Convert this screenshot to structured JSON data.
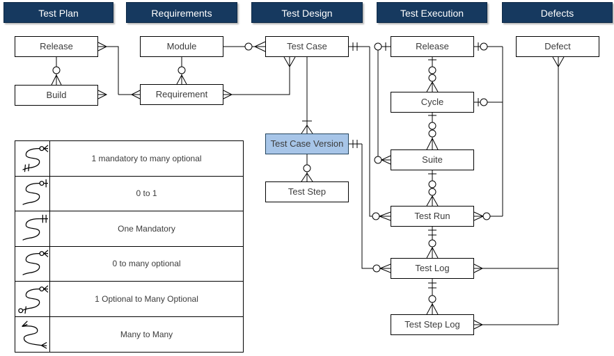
{
  "colors": {
    "header_bg": "#16395f",
    "header_border": "#0e2a47",
    "header_text": "#ffffff",
    "box_stroke": "#000000",
    "highlight_fill": "#a7c5e8",
    "highlight_stroke": "#23445d",
    "text": "#3b3b3b",
    "line": "#000000"
  },
  "headers": [
    {
      "label": "Test Plan"
    },
    {
      "label": "Requirements"
    },
    {
      "label": "Test Design"
    },
    {
      "label": "Test Execution"
    },
    {
      "label": "Defects"
    }
  ],
  "entities": [
    {
      "id": "release-plan",
      "label": "Release"
    },
    {
      "id": "build",
      "label": "Build"
    },
    {
      "id": "module",
      "label": "Module"
    },
    {
      "id": "requirement",
      "label": "Requirement"
    },
    {
      "id": "test-case",
      "label": "Test Case"
    },
    {
      "id": "test-case-version",
      "label": "Test Case Version",
      "highlighted": true
    },
    {
      "id": "test-step",
      "label": "Test Step"
    },
    {
      "id": "release-exec",
      "label": "Release"
    },
    {
      "id": "cycle",
      "label": "Cycle"
    },
    {
      "id": "suite",
      "label": "Suite"
    },
    {
      "id": "test-run",
      "label": "Test Run"
    },
    {
      "id": "test-log",
      "label": "Test Log"
    },
    {
      "id": "test-step-log",
      "label": "Test Step Log"
    },
    {
      "id": "defect",
      "label": "Defect"
    }
  ],
  "legend": {
    "rows": [
      {
        "symbol": "one-mandatory-to-many-optional",
        "label": "1 mandatory to many optional"
      },
      {
        "symbol": "zero-to-one",
        "label": "0 to 1"
      },
      {
        "symbol": "one-mandatory",
        "label": "One Mandatory"
      },
      {
        "symbol": "zero-to-many-optional",
        "label": "0 to many optional"
      },
      {
        "symbol": "one-optional-to-many-optional",
        "label": "1 Optional to Many Optional"
      },
      {
        "symbol": "many-to-many",
        "label": "Many to Many"
      }
    ]
  }
}
